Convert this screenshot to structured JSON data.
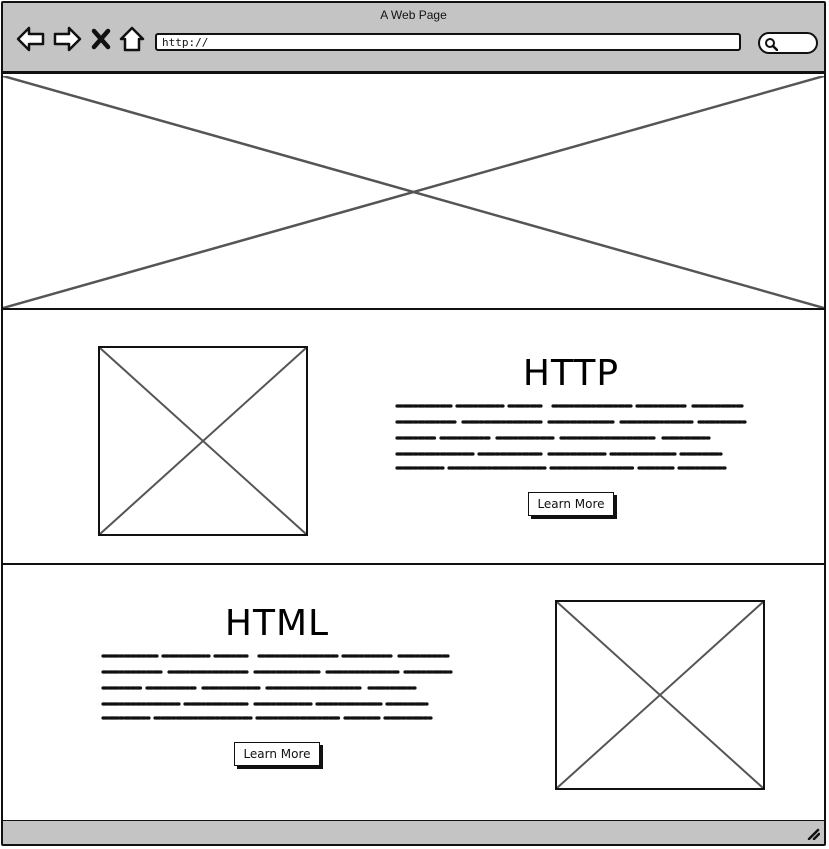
{
  "window": {
    "title": "A Web Page"
  },
  "toolbar": {
    "back_icon": "arrow-left-icon",
    "forward_icon": "arrow-right-icon",
    "stop_icon": "close-x-icon",
    "home_icon": "home-icon",
    "url_value": "http://",
    "search_icon": "search-icon"
  },
  "hero": {
    "image": "image-placeholder"
  },
  "features": [
    {
      "heading": "HTTP",
      "button_label": "Learn More",
      "image": "image-placeholder"
    },
    {
      "heading": "HTML",
      "button_label": "Learn More",
      "image": "image-placeholder"
    }
  ],
  "colors": {
    "chrome": "#c4c4c4",
    "stroke": "#111111",
    "placeholder_line": "#555555"
  }
}
